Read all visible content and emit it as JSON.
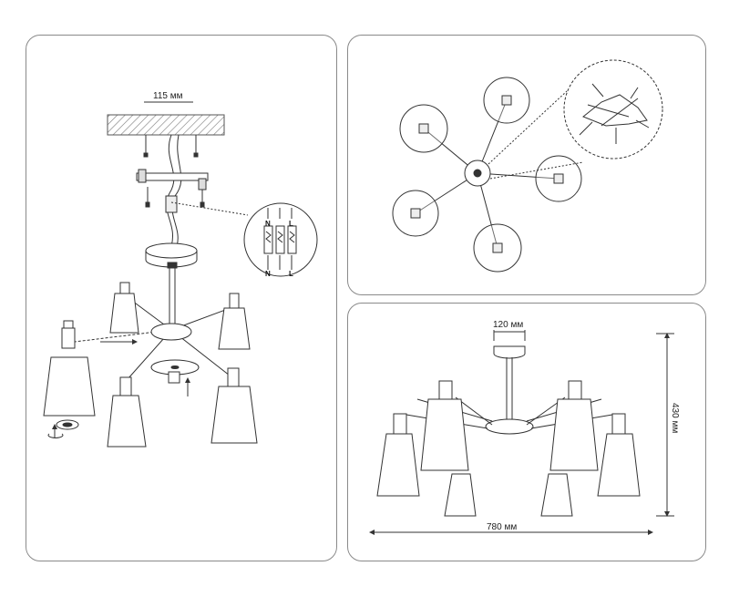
{
  "panels": {
    "installation": {
      "dim_ceiling_mount": "115 мм",
      "terminal_labels": {
        "neutral": "N",
        "live": "L"
      }
    },
    "top_view": {},
    "dimensions": {
      "dim_canopy": "120 мм",
      "dim_height": "430 мм",
      "dim_width": "780 мм"
    }
  },
  "colors": {
    "line": "#333333",
    "hatch": "#777777",
    "panel_border": "#8a8a8a"
  }
}
